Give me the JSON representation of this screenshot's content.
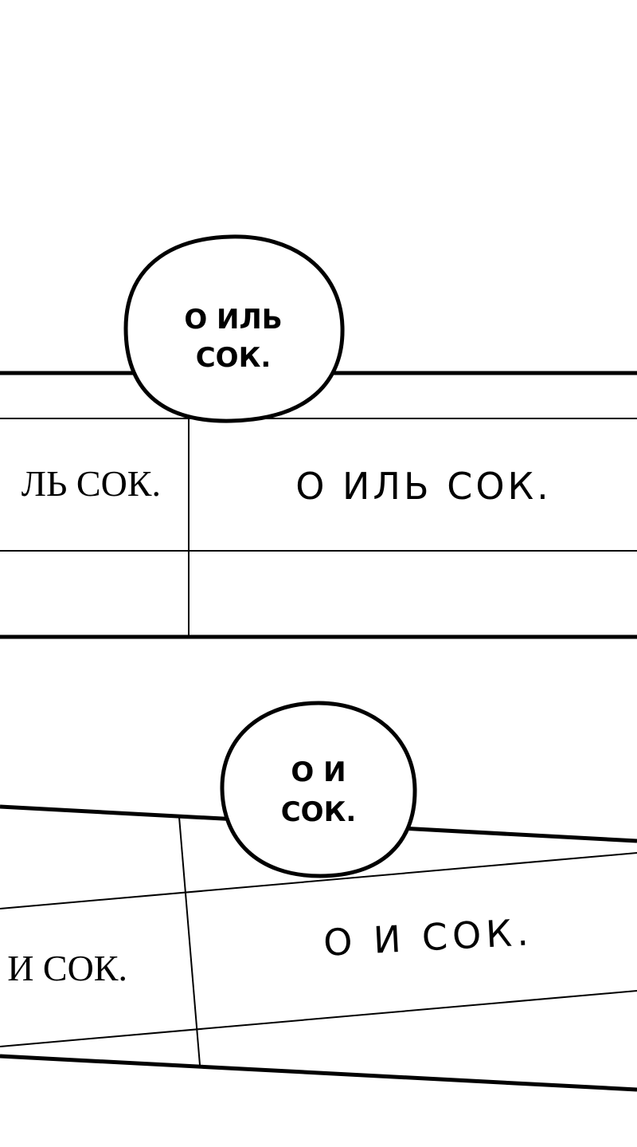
{
  "panel_1": {
    "bubble_line_1": "О ИЛЬ",
    "bubble_line_2": "СОК.",
    "cell_left_text": "ЛЬ СОК.",
    "cell_right_text": "О ИЛЬ СОК."
  },
  "panel_2": {
    "bubble_line_1": "О И",
    "bubble_line_2": "СОК.",
    "cell_left_text": "И СОК.",
    "cell_right_text": "О И СОК."
  },
  "colors": {
    "ink": "#000000",
    "paper": "#ffffff"
  }
}
